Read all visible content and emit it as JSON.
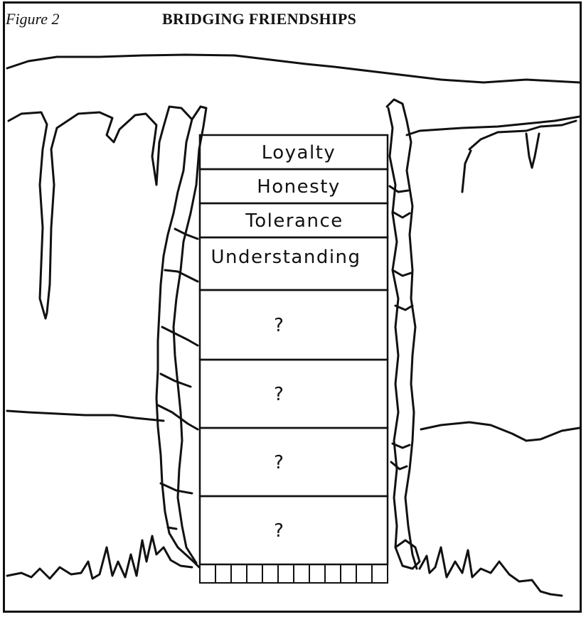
{
  "figure": {
    "label": "Figure 2",
    "title": "BRIDGING FRIENDSHIPS"
  },
  "tower": {
    "blocks": [
      "Loyalty",
      "Honesty",
      "Tolerance",
      "Understanding",
      "?",
      "?",
      "?",
      "?"
    ]
  }
}
